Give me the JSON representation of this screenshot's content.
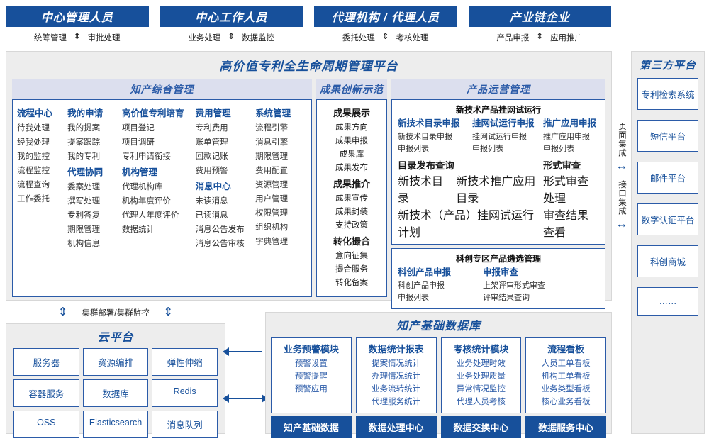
{
  "roles": [
    {
      "title": "中心管理人员",
      "left": "统筹管理",
      "right": "审批处理"
    },
    {
      "title": "中心工作人员",
      "left": "业务处理",
      "right": "数据监控"
    },
    {
      "title": "代理机构 / 代理人员",
      "left": "委托处理",
      "right": "考核处理"
    },
    {
      "title": "产业链企业",
      "left": "产品申报",
      "right": "应用推广"
    }
  ],
  "platform": {
    "title": "高价值专利全生命周期管理平台",
    "zhichan": {
      "header": "知产综合管理",
      "columns": [
        {
          "groups": [
            {
              "title": "流程中心",
              "items": [
                "待我处理",
                "经我处理",
                "我的监控",
                "流程监控",
                "流程查询",
                "工作委托"
              ]
            }
          ]
        },
        {
          "groups": [
            {
              "title": "我的申请",
              "items": [
                "我的提案",
                "提案跟踪",
                "我的专利"
              ]
            },
            {
              "title": "代理协同",
              "items": [
                "委案处理",
                "撰写处理",
                "专利答复",
                "期限管理",
                "机构信息"
              ]
            }
          ]
        },
        {
          "groups": [
            {
              "title": "高价值专利培育",
              "items": [
                "项目登记",
                "项目调研",
                "专利申请衔接"
              ]
            },
            {
              "title": "机构管理",
              "items": [
                "代理机构库",
                "机构年度评价",
                "代理人年度评价",
                "数据统计"
              ]
            }
          ]
        },
        {
          "groups": [
            {
              "title": "费用管理",
              "items": [
                "专利费用",
                "账单管理",
                "回款记账",
                "费用预警"
              ]
            },
            {
              "title": "消息中心",
              "items": [
                "未读消息",
                "已读消息",
                "消息公告发布",
                "消息公告审核"
              ]
            }
          ]
        },
        {
          "groups": [
            {
              "title": "系统管理",
              "items": [
                "流程引擎",
                "消息引擎",
                "期限管理",
                "费用配置",
                "资源管理",
                "用户管理",
                "权限管理",
                "组织机构",
                "字典管理"
              ]
            }
          ]
        }
      ]
    },
    "chengguo": {
      "header": "成果创新示范",
      "groups": [
        {
          "title": "成果展示",
          "items": [
            "成果方向",
            "成果申报",
            "成果库",
            "成果发布"
          ]
        },
        {
          "title": "成果推介",
          "items": [
            "成果宣传",
            "成果封装",
            "支持政策"
          ]
        },
        {
          "title": "转化撮合",
          "items": [
            "意向征集",
            "撮合服务",
            "转化备案"
          ]
        }
      ]
    },
    "chanpin": {
      "header": "产品运营管理",
      "group1": {
        "title": "新技术产品挂网试运行",
        "cols": [
          {
            "title": "新技术目录申报",
            "items": [
              "新技术目录申报",
              "申报列表"
            ]
          },
          {
            "title": "挂网试运行申报",
            "items": [
              "挂网试运行申报",
              "申报列表"
            ]
          },
          {
            "title": "推广应用申报",
            "items": [
              "推广应用申报",
              "申报列表"
            ]
          }
        ],
        "row2_left": {
          "title": "目录发布查询",
          "line1a": "新技术目录",
          "line1b": "新技术推广应用目录",
          "line2": "新技术（产品）挂网试运行计划"
        },
        "row2_right": {
          "title": "形式审查",
          "items": [
            "形式审查处理",
            "审查结果查看"
          ]
        }
      },
      "group2": {
        "title": "科创专区产品遴选管理",
        "cols": [
          {
            "title": "科创产品申报",
            "items": [
              "科创产品申报",
              "申报列表"
            ]
          },
          {
            "title": "申报审查",
            "items": [
              "上架评审形式审查",
              "评审结果查询"
            ]
          }
        ]
      }
    }
  },
  "integration": [
    {
      "label": "页面集成"
    },
    {
      "label": "接口集成"
    }
  ],
  "third_party": {
    "title": "第三方平台",
    "items": [
      "专利检索系统",
      "短信平台",
      "邮件平台",
      "数字认证平台",
      "科创商城",
      "……"
    ]
  },
  "cluster_label": "集群部署/集群监控",
  "cloud": {
    "title": "云平台",
    "cells": [
      "服务器",
      "资源编排",
      "弹性伸缩",
      "容器服务",
      "数据库",
      "Redis",
      "OSS",
      "Elasticsearch",
      "消息队列"
    ]
  },
  "database": {
    "title": "知产基础数据库",
    "columns": [
      {
        "title": "业务预警模块",
        "items": [
          "预警设置",
          "预警提醒",
          "预警应用"
        ],
        "footer": "知产基础数据"
      },
      {
        "title": "数据统计报表",
        "items": [
          "提案情况统计",
          "办理情况统计",
          "业务流转统计",
          "代理服务统计"
        ],
        "footer": "数据处理中心"
      },
      {
        "title": "考核统计模块",
        "items": [
          "业务处理时效",
          "业务处理质量",
          "异常情况监控",
          "代理人员考核"
        ],
        "footer": "数据交换中心"
      },
      {
        "title": "流程看板",
        "items": [
          "人员工单看板",
          "机构工单看板",
          "业务类型看板",
          "核心业务看板"
        ],
        "footer": "数据服务中心"
      }
    ]
  },
  "glyphs": {
    "updown": "⇕",
    "leftright": "↔"
  },
  "colors": {
    "brand_blue": "#17509B",
    "border_blue": "#2B5BA8",
    "panel_gray": "#EDEDED",
    "head_lavender": "#DCDFEE"
  }
}
